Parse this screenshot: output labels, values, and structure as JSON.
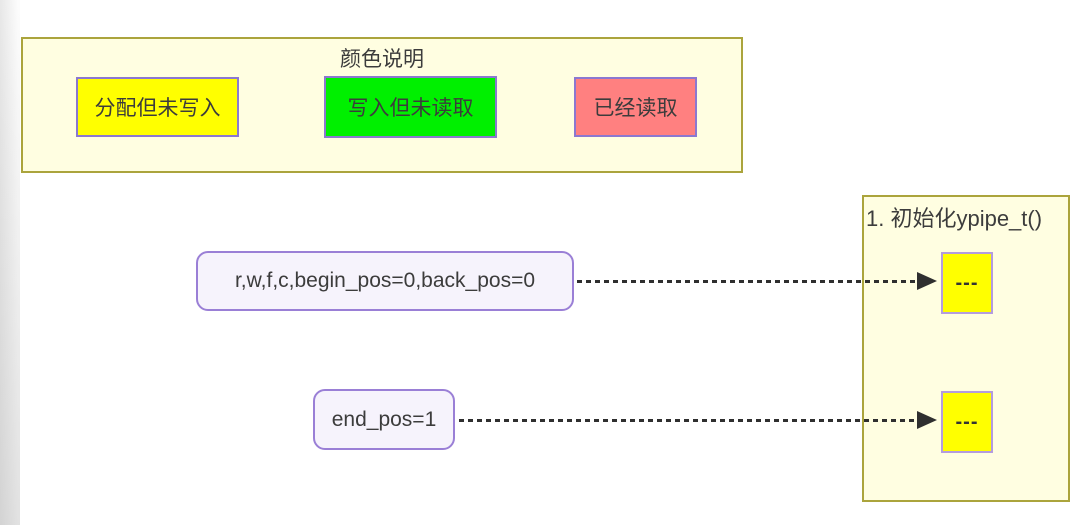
{
  "legend": {
    "title": "颜色说明",
    "items": [
      {
        "label": "分配但未写入",
        "color": "#ffff00"
      },
      {
        "label": "写入但未读取",
        "color": "#00f000"
      },
      {
        "label": "已经读取",
        "color": "#ff8080"
      }
    ]
  },
  "step_panel": {
    "title": "1. 初始化ypipe_t()",
    "cells": [
      {
        "label": "---"
      },
      {
        "label": "---"
      }
    ]
  },
  "node_labels": [
    {
      "text": "r,w,f,c,begin_pos=0,back_pos=0"
    },
    {
      "text": "end_pos=1"
    }
  ],
  "colors": {
    "panel_background": "#fffee1",
    "panel_border": "#aba43c",
    "chip_border": "#8b78d0",
    "cell_background": "#ffff00",
    "cell_border": "#b49ddd",
    "label_background": "#f6f3fc",
    "label_border": "#9a7fd6",
    "arrow": "#2f2f2f",
    "text": "#3c3c3c"
  }
}
